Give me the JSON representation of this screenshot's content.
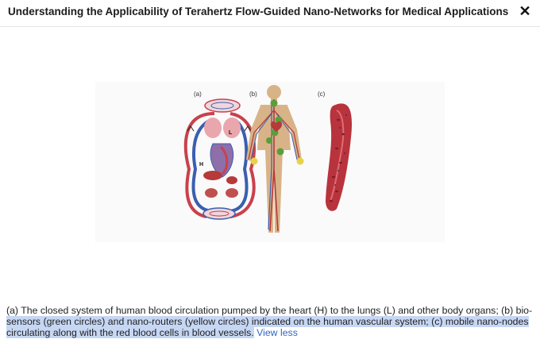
{
  "header": {
    "title": "Understanding the Applicability of Terahertz Flow-Guided Nano-Networks for Medical Applications",
    "close_icon": "close-icon"
  },
  "figure": {
    "panel_a_label": "(a)",
    "panel_b_label": "(b)",
    "panel_c_label": "(c)",
    "heart_label": "H",
    "lungs_label": "L"
  },
  "caption": {
    "text_plain": "(a) The closed system of human blood circulation pumped by the heart (H) to the lungs (L) and other body organs; (b) bio-",
    "text_highlighted": "sensors (green circles) and nano-routers (yellow circles) indicated on the human vascular system; (c) mobile nano-nodes circulating along with the red blood cells in blood vessels.",
    "view_less_label": "View less"
  },
  "colors": {
    "highlight": "#c6d7f4",
    "link": "#2f66c6"
  }
}
